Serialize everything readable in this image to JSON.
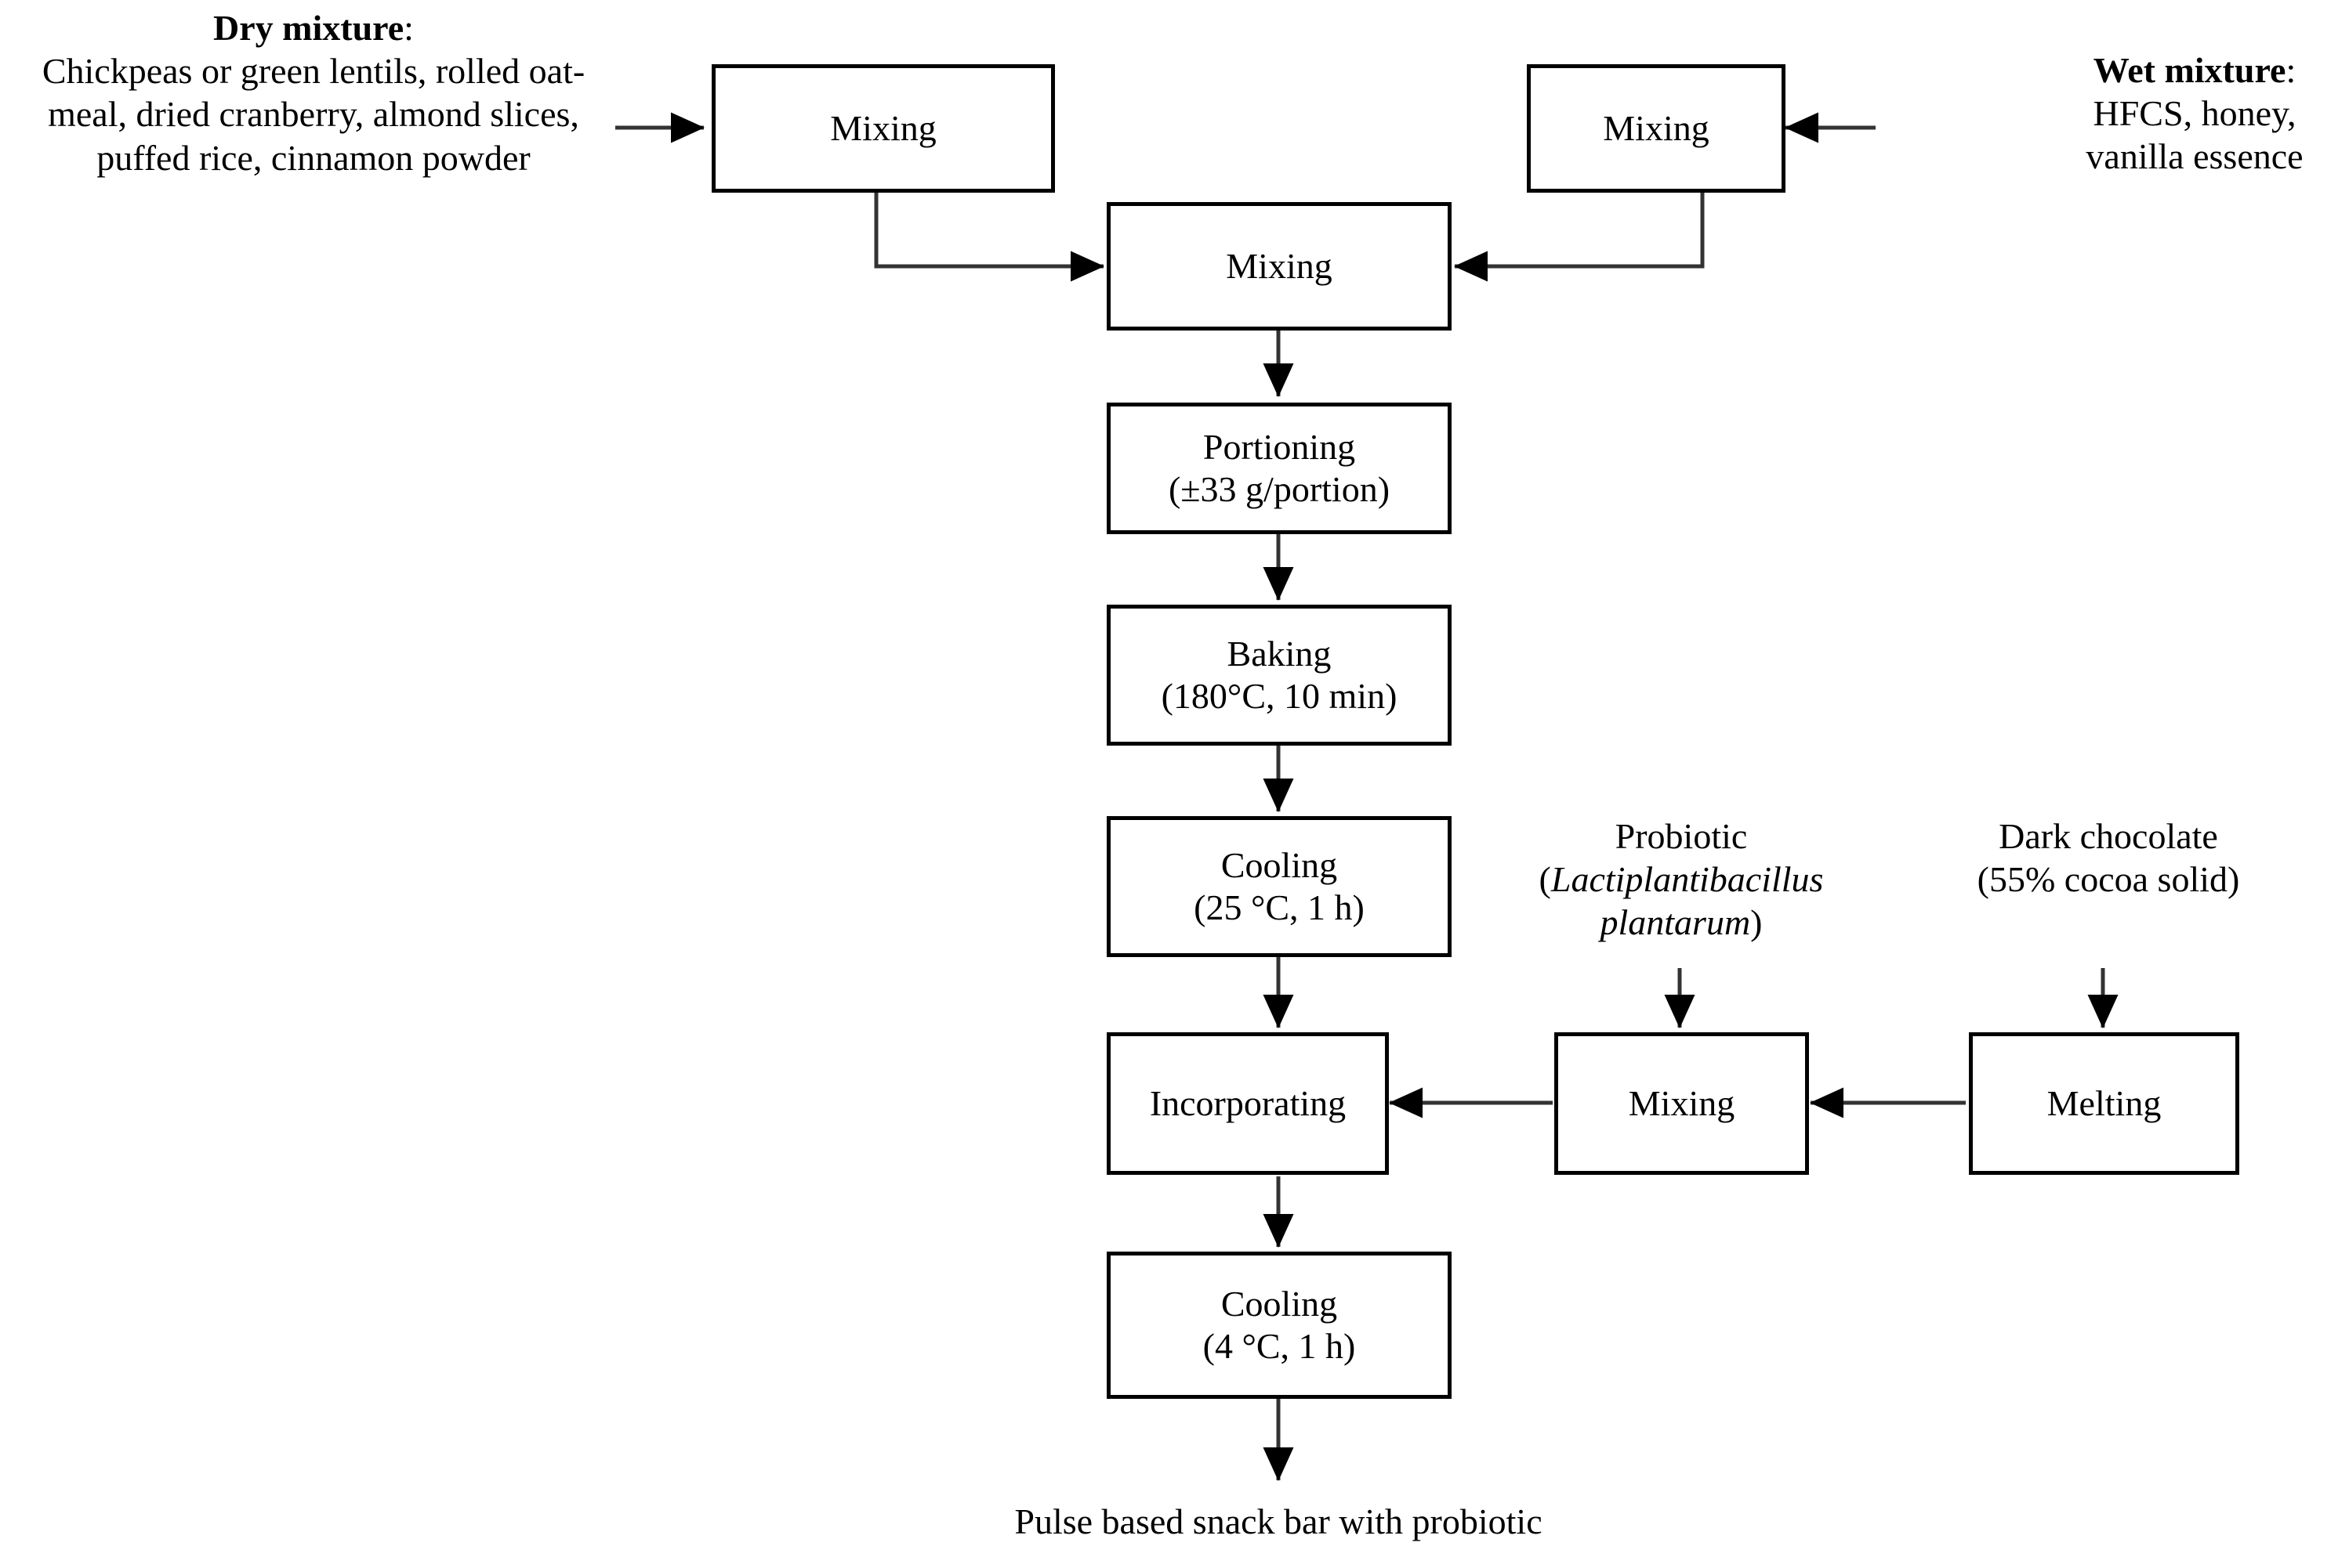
{
  "diagram": {
    "title_caption": "Pulse based snack bar with probiotic",
    "inputs": {
      "dry": {
        "heading": "Dry mixture",
        "heading_sep": ":",
        "body": "Chickpeas or green lentils, rolled oat-meal, dried cranberry, almond slices, puffed rice, cinnamon powder"
      },
      "wet": {
        "heading": "Wet mixture",
        "heading_sep": ":",
        "body": "HFCS, honey, vanilla essence"
      },
      "probiotic": {
        "line1": "Probiotic",
        "open_paren": "(",
        "species": "Lactiplantibacillus plantarum",
        "close_paren": ")"
      },
      "chocolate": {
        "line1": "Dark chocolate",
        "line2": "(55% cocoa solid)"
      }
    },
    "nodes": [
      {
        "id": "mixing-dry",
        "label": "Mixing",
        "sub": ""
      },
      {
        "id": "mixing-wet",
        "label": "Mixing",
        "sub": ""
      },
      {
        "id": "mixing-combined",
        "label": "Mixing",
        "sub": ""
      },
      {
        "id": "portioning",
        "label": "Portioning",
        "sub": "(±33 g/portion)"
      },
      {
        "id": "baking",
        "label": "Baking",
        "sub": "(180°C, 10 min)"
      },
      {
        "id": "cooling-25",
        "label": "Cooling",
        "sub": "(25 °C, 1 h)"
      },
      {
        "id": "incorporating",
        "label": "Incorporating",
        "sub": ""
      },
      {
        "id": "mixing-choc",
        "label": "Mixing",
        "sub": ""
      },
      {
        "id": "melting",
        "label": "Melting",
        "sub": ""
      },
      {
        "id": "cooling-4",
        "label": "Cooling",
        "sub": "(4 °C, 1 h)"
      }
    ],
    "colors": {
      "stroke": "#000000",
      "background": "#ffffff",
      "text": "#000000"
    }
  }
}
